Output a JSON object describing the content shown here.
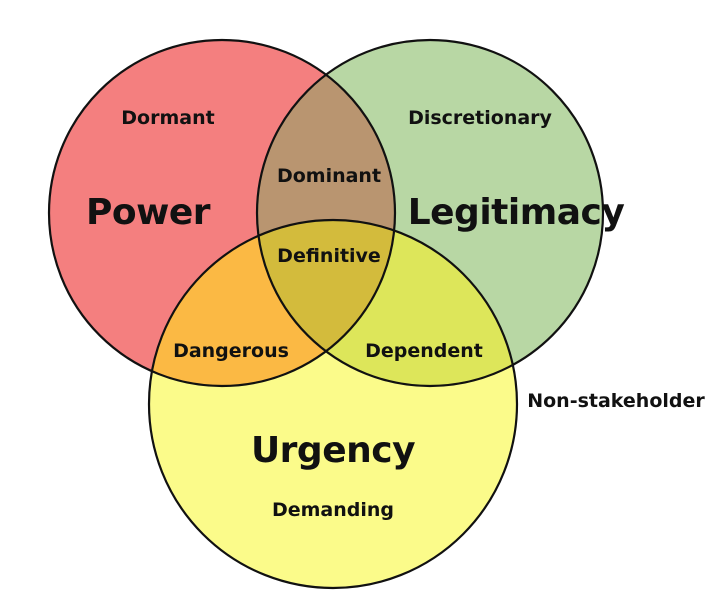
{
  "diagram": {
    "sets": [
      {
        "id": "power",
        "label": "Power",
        "color": "#f47f7f"
      },
      {
        "id": "legitimacy",
        "label": "Legitimacy",
        "color": "#b8d7a4"
      },
      {
        "id": "urgency",
        "label": "Urgency",
        "color": "#fbfb8a"
      }
    ],
    "regions": {
      "dormant": "Dormant",
      "discretionary": "Discretionary",
      "dominant": "Dominant",
      "definitive": "Definitive",
      "dangerous": "Dangerous",
      "dependent": "Dependent",
      "demanding": "Demanding"
    },
    "outside": "Non-stakeholder",
    "overlap_colors": {
      "power_legitimacy": "#b99570",
      "power_urgency": "#fbb944",
      "legitimacy_urgency": "#dde65a",
      "all": "#d3bb3c"
    },
    "stroke_color": "#111111"
  }
}
